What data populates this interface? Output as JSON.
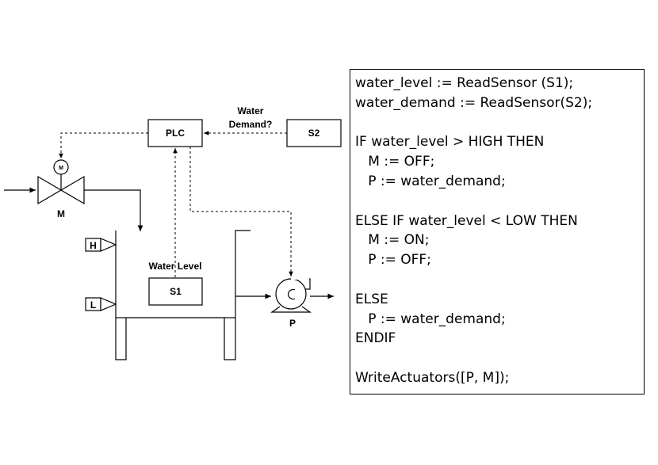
{
  "diagram": {
    "plc_label": "PLC",
    "s2_label": "S2",
    "s1_label": "S1",
    "motor_label": "M",
    "motor_symbol": "M",
    "pump_label": "P",
    "high_label": "H",
    "low_label": "L",
    "water_demand_label_1": "Water",
    "water_demand_label_2": "Demand?",
    "water_level_label": "Water Level"
  },
  "code": {
    "lines": [
      "water_level := ReadSensor (S1);",
      "water_demand := ReadSensor(S2);",
      "",
      "IF water_level > HIGH THEN",
      "   M := OFF;",
      "   P := water_demand;",
      "",
      "ELSE IF water_level < LOW THEN",
      "   M := ON;",
      "   P := OFF;",
      "",
      "ELSE",
      "   P := water_demand;",
      "ENDIF",
      "",
      "WriteActuators([P, M]);"
    ]
  }
}
